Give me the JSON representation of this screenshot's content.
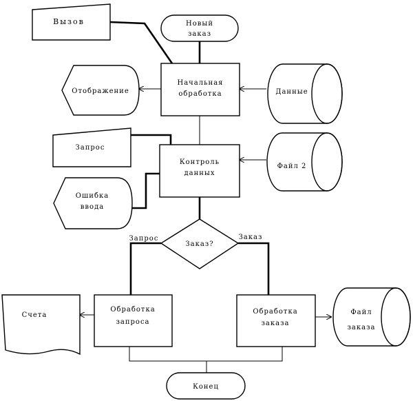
{
  "nodes": {
    "vyzov": "Вызов",
    "novyi_zakaz": [
      "Новый",
      "заказ"
    ],
    "nachalnaya_obrabotka": [
      "Начальная",
      "обработка"
    ],
    "otobrazhenie": "Отображение",
    "dannye": "Данные",
    "zapros": "Запрос",
    "kontrol_dannyh": [
      "Контроль",
      "данных"
    ],
    "fail_2": "Файл 2",
    "oshibka_vvoda": [
      "Ошибка",
      "ввода"
    ],
    "decision": "Заказ?",
    "obrabotka_zaprosa": [
      "Обработка",
      "запроса"
    ],
    "obrabotka_zakaza": [
      "Обработка",
      "заказа"
    ],
    "scheta": "Счета",
    "fail_zakaza": [
      "Файл",
      "заказа"
    ],
    "konets": "Конец"
  },
  "edges": {
    "branch_left": "Запрос",
    "branch_right": "Заказ"
  }
}
